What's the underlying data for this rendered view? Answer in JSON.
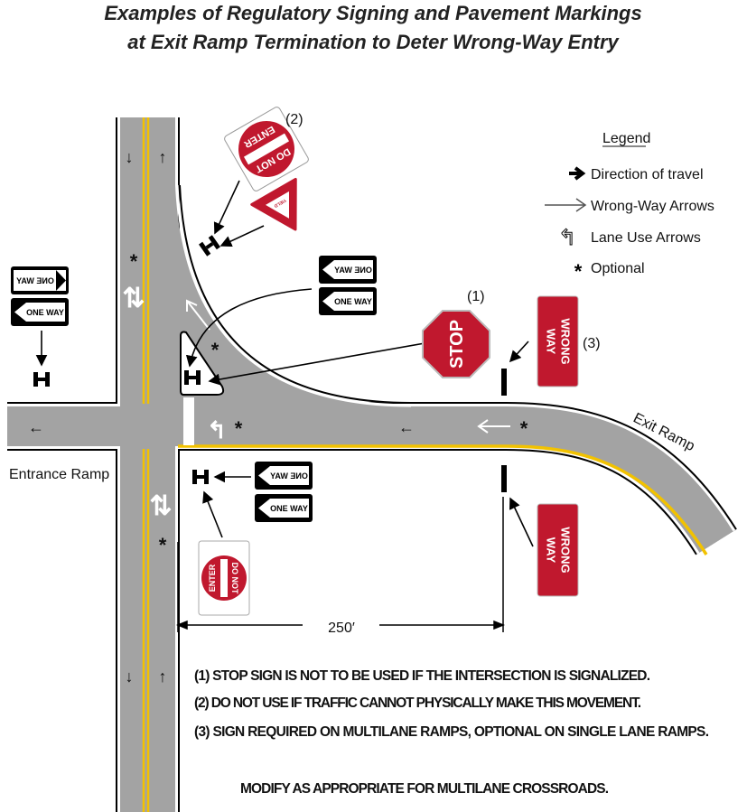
{
  "title": {
    "line1": "Examples of Regulatory Signing and Pavement Markings",
    "line2": "at Exit Ramp Termination to Deter Wrong-Way Entry"
  },
  "legend": {
    "heading": "Legend",
    "items": [
      {
        "icon": "solid-arrow-icon",
        "label": "Direction of travel"
      },
      {
        "icon": "wrong-way-arrow-icon",
        "label": "Wrong-Way Arrows"
      },
      {
        "icon": "lane-use-arrow-icon",
        "label": "Lane Use Arrows"
      },
      {
        "icon": "asterisk-icon",
        "label": "Optional"
      }
    ]
  },
  "signs": {
    "one_way": "ONE WAY",
    "do_not": "DO NOT",
    "enter": "ENTER",
    "yield": "YIELD",
    "stop": "STOP",
    "wrong": "WRONG",
    "way": "WAY"
  },
  "callouts": {
    "one": "(1)",
    "two": "(2)",
    "three": "(3)",
    "optional": "*"
  },
  "labels": {
    "entrance_ramp": "Entrance Ramp",
    "exit_ramp": "Exit Ramp",
    "distance": "250′"
  },
  "notes": [
    "(1) STOP SIGN IS NOT TO BE USED IF THE INTERSECTION IS SIGNALIZED.",
    "(2) DO NOT USE IF TRAFFIC CANNOT PHYSICALLY MAKE THIS MOVEMENT.",
    "(3) SIGN REQUIRED ON MULTILANE RAMPS, OPTIONAL ON SINGLE LANE RAMPS."
  ],
  "footer_note": "MODIFY AS APPROPRIATE FOR MULTILANE CROSSROADS.",
  "colors": {
    "pavement": "#a3a3a3",
    "yellow": "#f2c200",
    "sign_red": "#c0182e",
    "black": "#000000"
  }
}
